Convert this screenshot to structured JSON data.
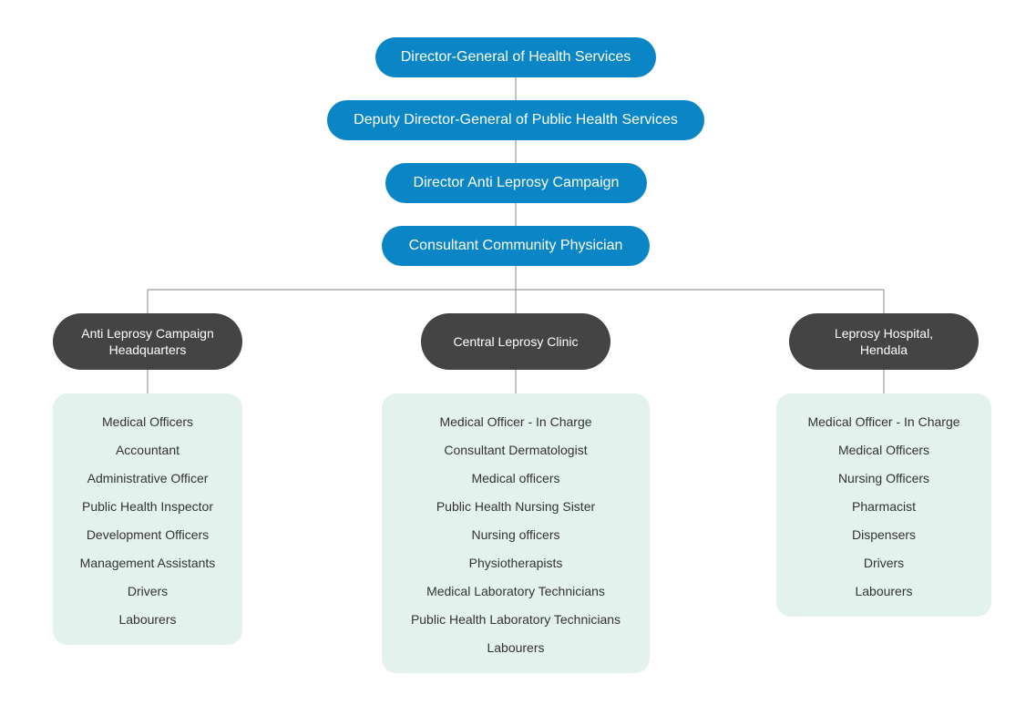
{
  "colors": {
    "primary_node": "#0a86c6",
    "department_node": "#444444",
    "staff_box": "#e4f2ee",
    "connector": "#9a9a9a",
    "staff_text": "#333333"
  },
  "hierarchy": [
    {
      "label": "Director-General of Health Services"
    },
    {
      "label": "Deputy Director-General of Public Health Services"
    },
    {
      "label": "Director Anti Leprosy Campaign"
    },
    {
      "label": "Consultant Community Physician"
    }
  ],
  "departments": [
    {
      "name_lines": [
        "Anti Leprosy Campaign",
        "Headquarters"
      ],
      "staff": [
        "Medical Officers",
        "Accountant",
        "Administrative Officer",
        "Public Health Inspector",
        "Development Officers",
        "Management Assistants",
        "Drivers",
        "Labourers"
      ]
    },
    {
      "name_lines": [
        "Central Leprosy Clinic"
      ],
      "staff": [
        "Medical Officer - In Charge",
        "Consultant Dermatologist",
        "Medical officers",
        "Public Health Nursing Sister",
        "Nursing officers",
        "Physiotherapists",
        "Medical Laboratory Technicians",
        "Public Health Laboratory Technicians",
        "Labourers"
      ]
    },
    {
      "name_lines": [
        "Leprosy Hospital,",
        "Hendala"
      ],
      "staff": [
        "Medical Officer - In Charge",
        "Medical Officers",
        "Nursing Officers",
        "Pharmacist",
        "Dispensers",
        "Drivers",
        "Labourers"
      ]
    }
  ]
}
